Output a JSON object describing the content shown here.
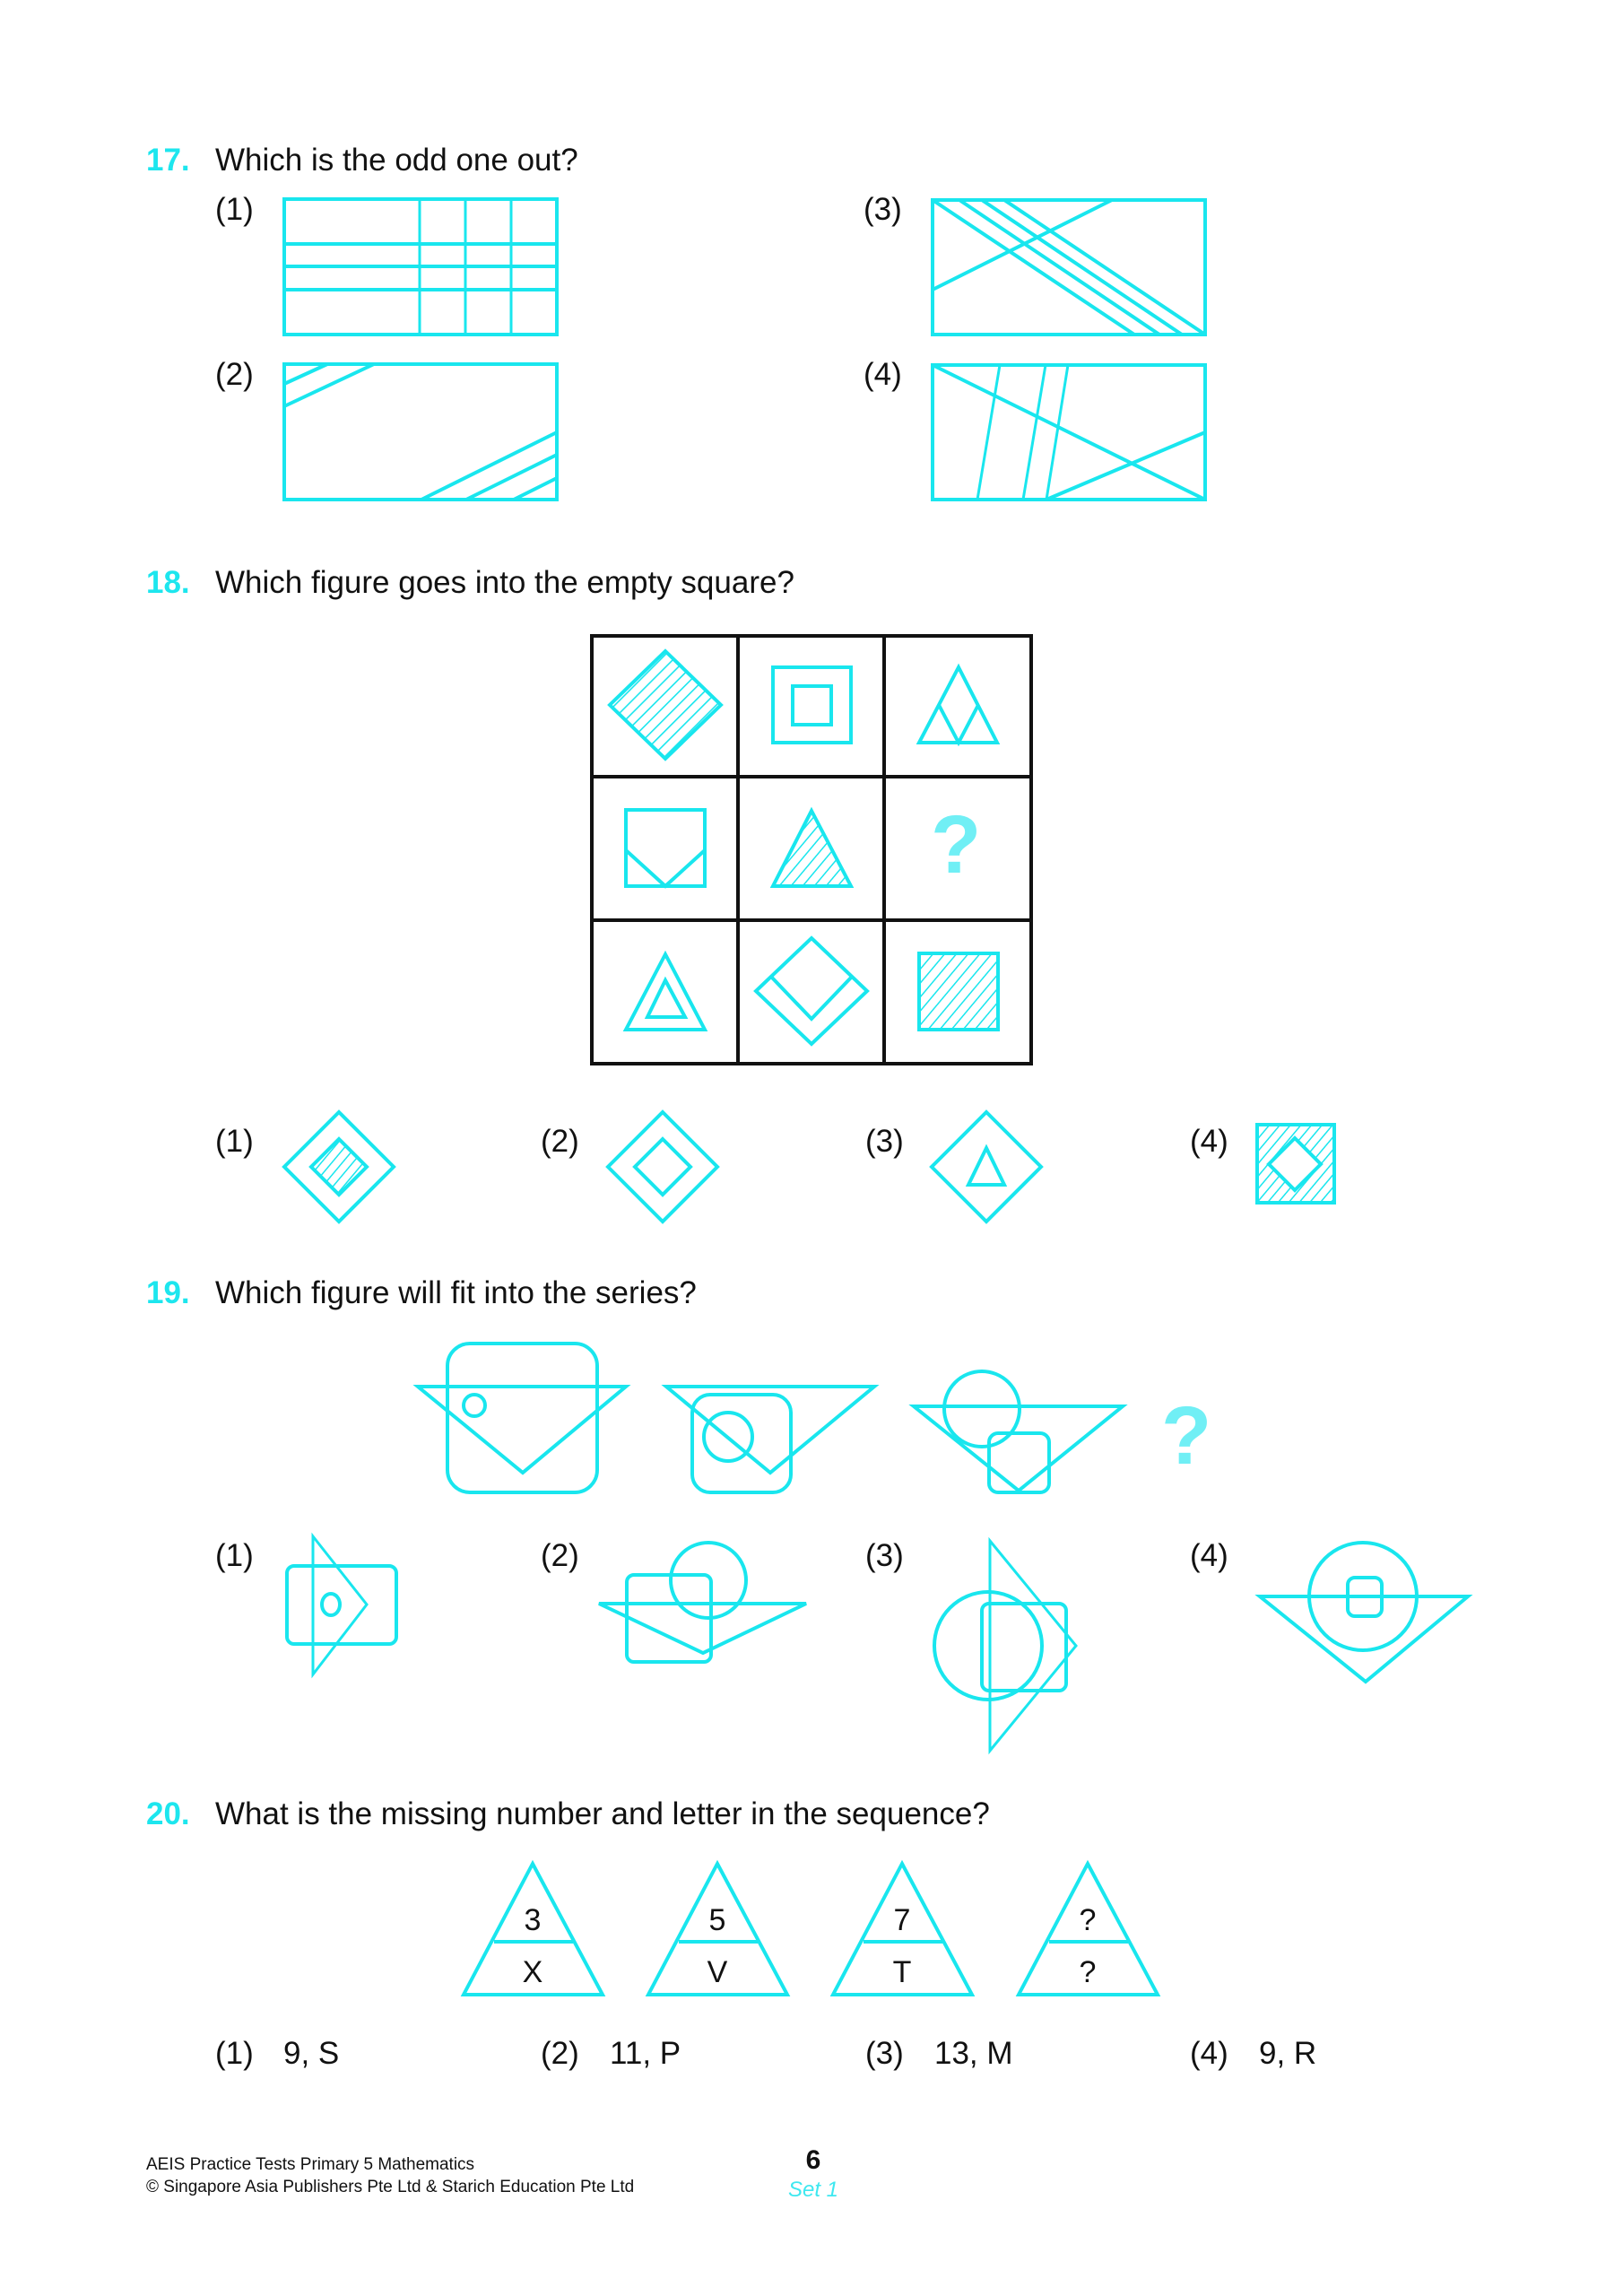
{
  "colors": {
    "accent": "#1de6ee",
    "figure_stroke": "#19e6ee",
    "question_mark": "#70eff5",
    "grid_border": "#111111"
  },
  "questions": [
    {
      "number": "17.",
      "text": "Which is the odd one out?",
      "options": [
        {
          "label": "(1)",
          "figure": "rectangle with 3 horizontal and 3 vertical lines forming grid"
        },
        {
          "label": "(2)",
          "figure": "rectangle with 2 diagonal lines top-left and 3 diagonal lines bottom-right"
        },
        {
          "label": "(3)",
          "figure": "rectangle with 4 parallel diagonals crossed by 1 line"
        },
        {
          "label": "(4)",
          "figure": "rectangle with 3 near-vertical lines and 2 crossing diagonals"
        }
      ]
    },
    {
      "number": "18.",
      "text": "Which figure goes into the empty square?",
      "grid": [
        [
          "hatched-diamond",
          "square-in-square",
          "triangle-split"
        ],
        [
          "square-with-v",
          "hatched-triangle",
          "?"
        ],
        [
          "triangle-in-triangle",
          "diamond-with-v",
          "hatched-square"
        ]
      ],
      "missing_mark": "?",
      "options": [
        {
          "label": "(1)",
          "figure": "diamond with hatched inner diamond"
        },
        {
          "label": "(2)",
          "figure": "diamond with inner diamond"
        },
        {
          "label": "(3)",
          "figure": "diamond with inner triangle"
        },
        {
          "label": "(4)",
          "figure": "hatched square with white inner diamond"
        }
      ]
    },
    {
      "number": "19.",
      "text": "Which figure will fit into the series?",
      "series_missing_mark": "?",
      "options": [
        {
          "label": "(1)"
        },
        {
          "label": "(2)"
        },
        {
          "label": "(3)"
        },
        {
          "label": "(4)"
        }
      ]
    },
    {
      "number": "20.",
      "text": "What is the missing number and letter in the sequence?",
      "sequence": [
        {
          "number": "3",
          "letter": "X"
        },
        {
          "number": "5",
          "letter": "V"
        },
        {
          "number": "7",
          "letter": "T"
        },
        {
          "number": "?",
          "letter": "?"
        }
      ],
      "options": [
        {
          "label": "(1)",
          "answer": "9, S"
        },
        {
          "label": "(2)",
          "answer": "11, P"
        },
        {
          "label": "(3)",
          "answer": "13, M"
        },
        {
          "label": "(4)",
          "answer": "9, R"
        }
      ]
    }
  ],
  "footer": {
    "line1": "AEIS Practice Tests Primary 5 Mathematics",
    "line2": "© Singapore Asia Publishers Pte Ltd & Starich Education Pte Ltd",
    "page_number": "6",
    "set_label": "Set 1"
  }
}
